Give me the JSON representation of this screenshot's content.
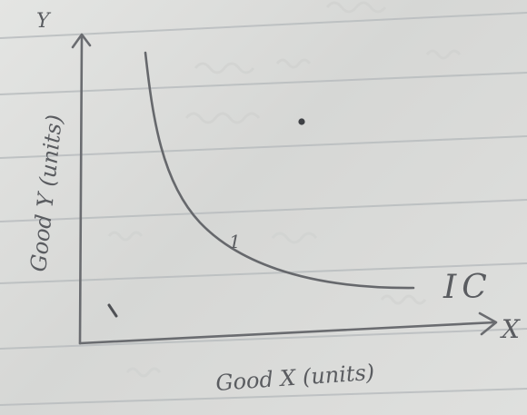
{
  "diagram": {
    "type": "indifference-curve-sketch",
    "y_axis": {
      "tip_label": "Y",
      "label": "Good Y (units)"
    },
    "x_axis": {
      "tip_label": "X",
      "label": "Good X (units)"
    },
    "curve_label": "IC",
    "points": [
      {
        "label": "1"
      }
    ],
    "colors": {
      "ink": "#5a5c60",
      "paper": "#dcddd9",
      "ruled_line": "#b9bdbf"
    }
  }
}
